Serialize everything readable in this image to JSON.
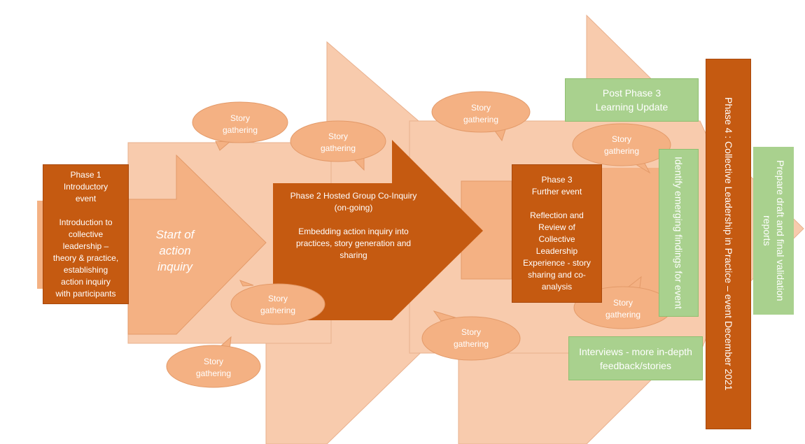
{
  "phase1": {
    "title_lines": [
      "Phase 1",
      "Introductory",
      "event"
    ],
    "body_lines": [
      "Introduction to",
      "collective",
      "leadership –",
      "theory & practice,",
      "establishing",
      "action inquiry",
      "with participants"
    ]
  },
  "start_label_lines": [
    "Start of",
    "action",
    "inquiry"
  ],
  "phase2": {
    "title_lines": [
      "Phase 2  Hosted Group Co-Inquiry",
      "(on-going)"
    ],
    "body_lines": [
      "Embedding action inquiry into",
      "practices, story generation and",
      "sharing"
    ]
  },
  "phase3": {
    "title_lines": [
      "Phase 3",
      "Further event"
    ],
    "body_lines": [
      "Reflection and",
      "Review of",
      "Collective",
      "Leadership",
      "Experience - story",
      "sharing and co-",
      "analysis"
    ]
  },
  "post_phase3": [
    "Post Phase 3",
    "Learning Update"
  ],
  "identify_findings": "Identify emerging findings for event",
  "interviews": "Interviews - more in-depth feedback/stories",
  "phase4": "Phase 4 : Collective Leadership in Practice – event  December 2021",
  "validation": "Prepare draft and final  validation reports",
  "story_bubble": [
    "Story",
    "gathering"
  ],
  "colors": {
    "arrow_light": "#f8cbad",
    "arrow_mid": "#f4b183",
    "dark_orange": "#c55a11",
    "green": "#a9d18e"
  }
}
